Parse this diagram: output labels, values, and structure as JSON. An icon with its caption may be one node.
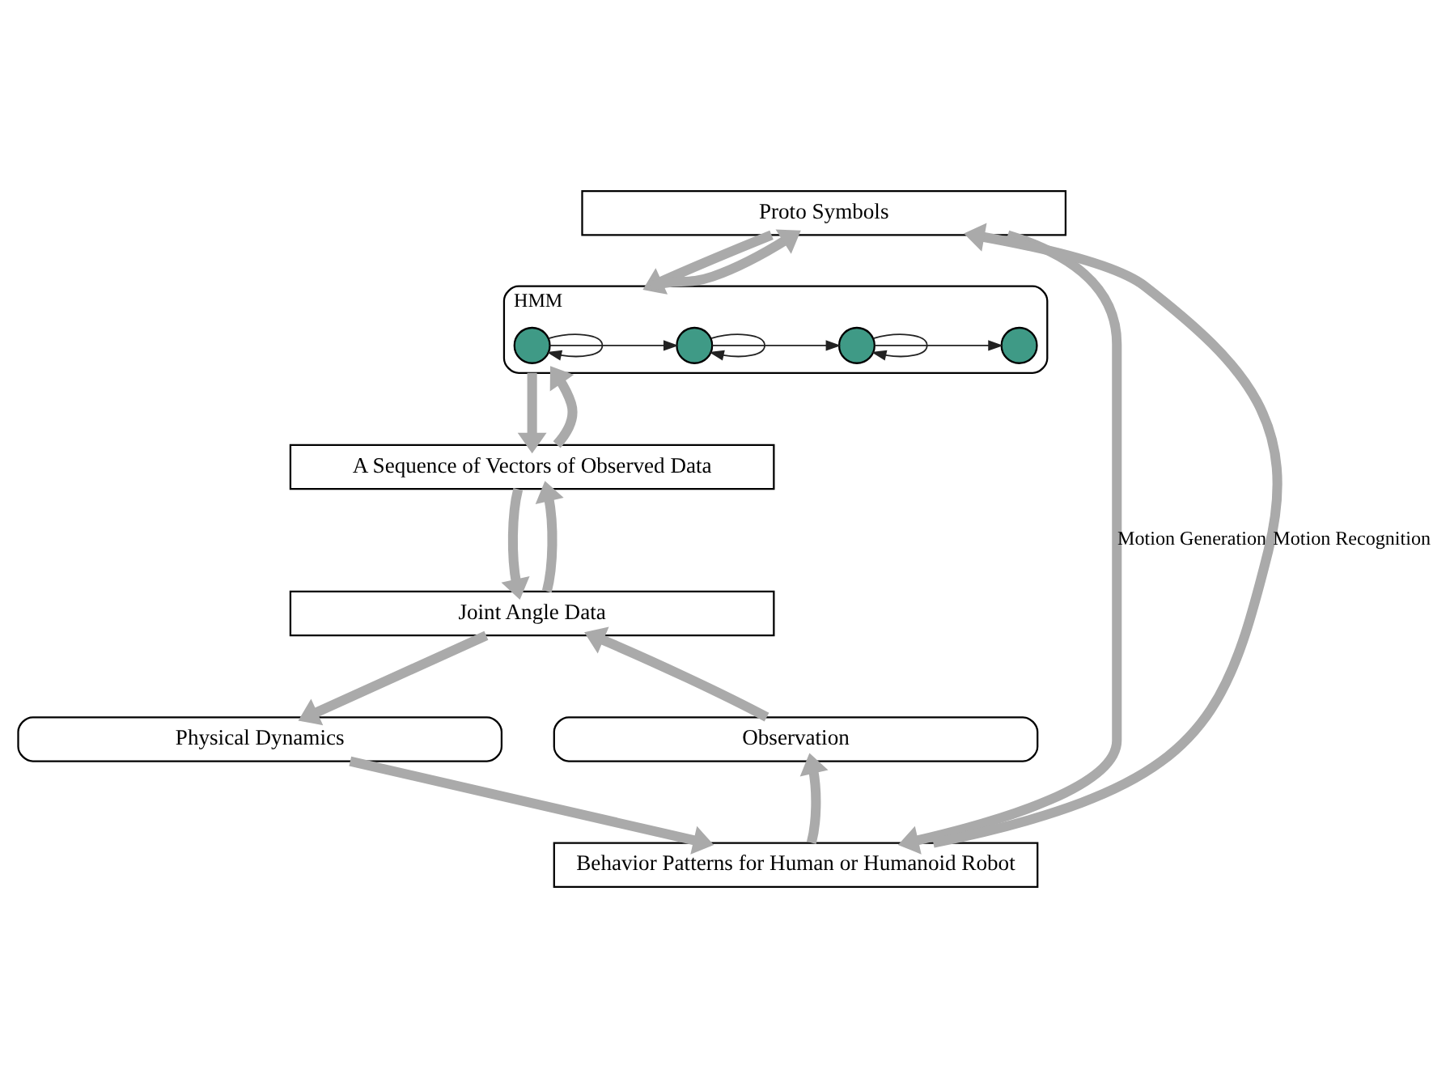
{
  "diagram": {
    "nodes": [
      {
        "text": [
          "Proto Symbols"
        ]
      },
      {
        "text": [
          "HMM"
        ]
      },
      {
        "text": [],
        "shape": "circle",
        "in": 1
      },
      {
        "text": [],
        "shape": "circle",
        "in": 1
      },
      {
        "text": [],
        "shape": "circle",
        "in": 1
      },
      {
        "text": [],
        "shape": "circle",
        "in": 1
      },
      {
        "text": [
          "A Sequence of Vectors of Observed Data"
        ]
      },
      {
        "text": [
          "Joint Angle Data"
        ]
      },
      {
        "text": [
          "Physical Dynamics"
        ]
      },
      {
        "text": [
          "Observation"
        ]
      },
      {
        "text": [
          "Behavior Patterns for Human or Humanoid Robot"
        ]
      }
    ],
    "edges": [
      {
        "from": 0,
        "to": 1,
        "arrow": "to"
      },
      {
        "from": 1,
        "to": 6,
        "arrow": "to"
      },
      {
        "from": 6,
        "to": 7,
        "arrow": "to"
      },
      {
        "from": 7,
        "to": 8,
        "arrow": "to"
      },
      {
        "from": 8,
        "to": 10,
        "arrow": "to"
      },
      {
        "from": 10,
        "to": 9,
        "arrow": "to"
      },
      {
        "from": 9,
        "to": 7,
        "arrow": "to"
      },
      {
        "from": 7,
        "to": 6,
        "arrow": "to"
      },
      {
        "from": 6,
        "to": 1,
        "arrow": "to"
      },
      {
        "from": 1,
        "to": 0,
        "arrow": "to"
      },
      {
        "from": 0,
        "to": 10,
        "arrow": "to",
        "label": "Motion Generation"
      },
      {
        "from": 10,
        "to": 0,
        "arrow": "to",
        "label": "Motion Recognition"
      },
      {
        "from": 2,
        "to": 2,
        "arrow": "to",
        "color": "#222222"
      },
      {
        "from": 3,
        "to": 3,
        "arrow": "to",
        "color": "#222222"
      },
      {
        "from": 4,
        "to": 4,
        "arrow": "to",
        "color": "#222222"
      },
      {
        "from": 2,
        "to": 3,
        "arrow": "to",
        "color": "#222222"
      },
      {
        "from": 3,
        "to": 4,
        "arrow": "to",
        "color": "#222222"
      },
      {
        "from": 4,
        "to": 5,
        "arrow": "to",
        "color": "#222222"
      }
    ]
  }
}
